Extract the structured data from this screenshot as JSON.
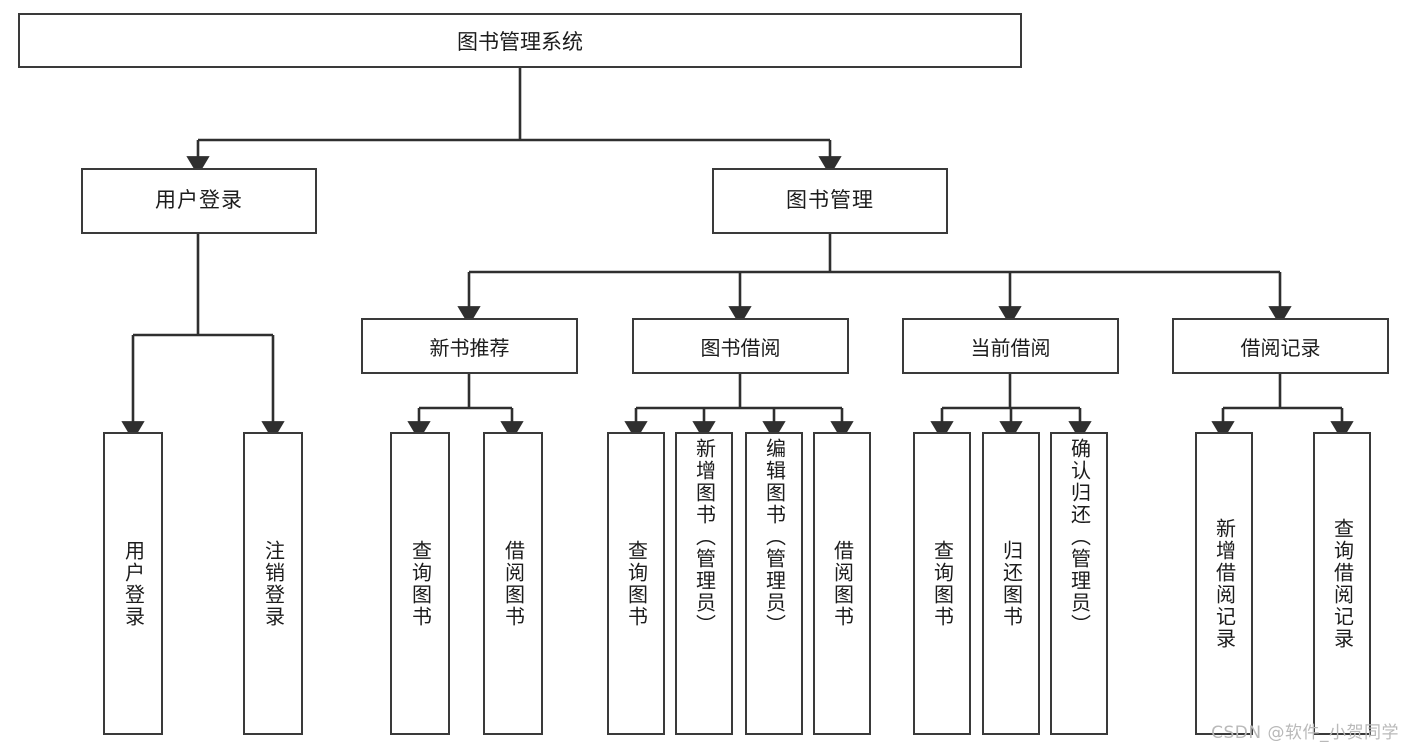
{
  "diagram": {
    "title": "图书管理系统",
    "type": "tree-hierarchy",
    "root": {
      "label": "图书管理系统"
    },
    "level2": [
      {
        "label": "用户登录"
      },
      {
        "label": "图书管理"
      }
    ],
    "level3": [
      {
        "label": "新书推荐"
      },
      {
        "label": "图书借阅"
      },
      {
        "label": "当前借阅"
      },
      {
        "label": "借阅记录"
      }
    ],
    "leaves": {
      "user_login": [
        {
          "label": "用户登录"
        },
        {
          "label": "注销登录"
        }
      ],
      "new_book_recommend": [
        {
          "label": "查询图书"
        },
        {
          "label": "借阅图书"
        }
      ],
      "book_borrow": [
        {
          "label": "查询图书"
        },
        {
          "label": "新增图书（管理员）"
        },
        {
          "label": "编辑图书（管理员）"
        },
        {
          "label": "借阅图书"
        }
      ],
      "current_borrow": [
        {
          "label": "查询图书"
        },
        {
          "label": "归还图书"
        },
        {
          "label": "确认归还（管理员）"
        }
      ],
      "borrow_record": [
        {
          "label": "新增借阅记录"
        },
        {
          "label": "查询借阅记录"
        }
      ]
    }
  },
  "watermark": {
    "text": "CSDN @软件_小贺同学"
  },
  "colors": {
    "box_border": "#3a3a3a",
    "box_fill": "#ffffff",
    "connector": "#2f2f2f",
    "text": "#1c1c1c",
    "watermark": "#b9b9b9"
  }
}
